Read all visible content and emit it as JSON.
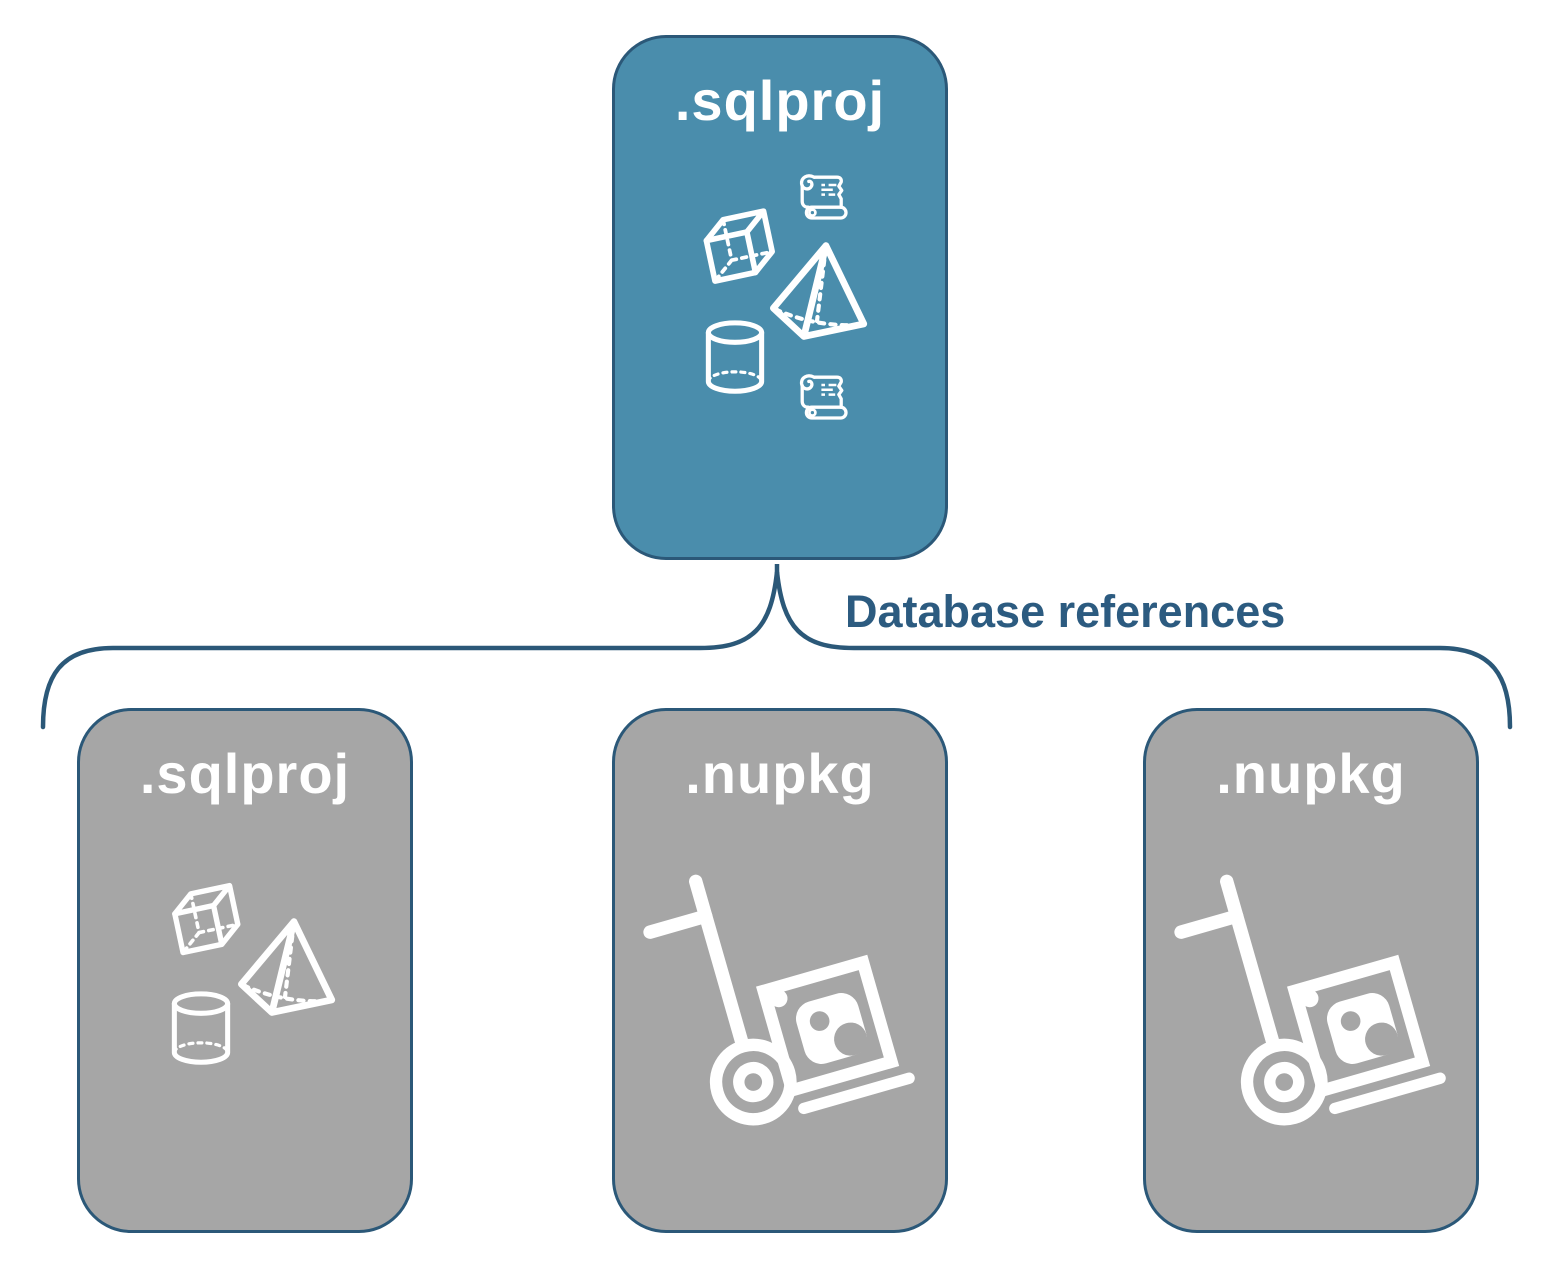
{
  "colors": {
    "root_fill": "#4A8DAC",
    "child_fill": "#A6A6A6",
    "stroke": "#2B5878",
    "label_color": "#2C5B80",
    "icon_color": "#FFFFFF",
    "background": "#FFFFFF"
  },
  "root": {
    "label": ".sqlproj",
    "icons": [
      "cube",
      "scroll",
      "pyramid",
      "cylinder",
      "scroll"
    ]
  },
  "edge_label": "Database references",
  "children": [
    {
      "label": ".sqlproj",
      "icons": [
        "cube",
        "pyramid",
        "cylinder"
      ]
    },
    {
      "label": ".nupkg",
      "icons": [
        "nuget-hand-truck"
      ]
    },
    {
      "label": ".nupkg",
      "icons": [
        "nuget-hand-truck"
      ]
    }
  ]
}
